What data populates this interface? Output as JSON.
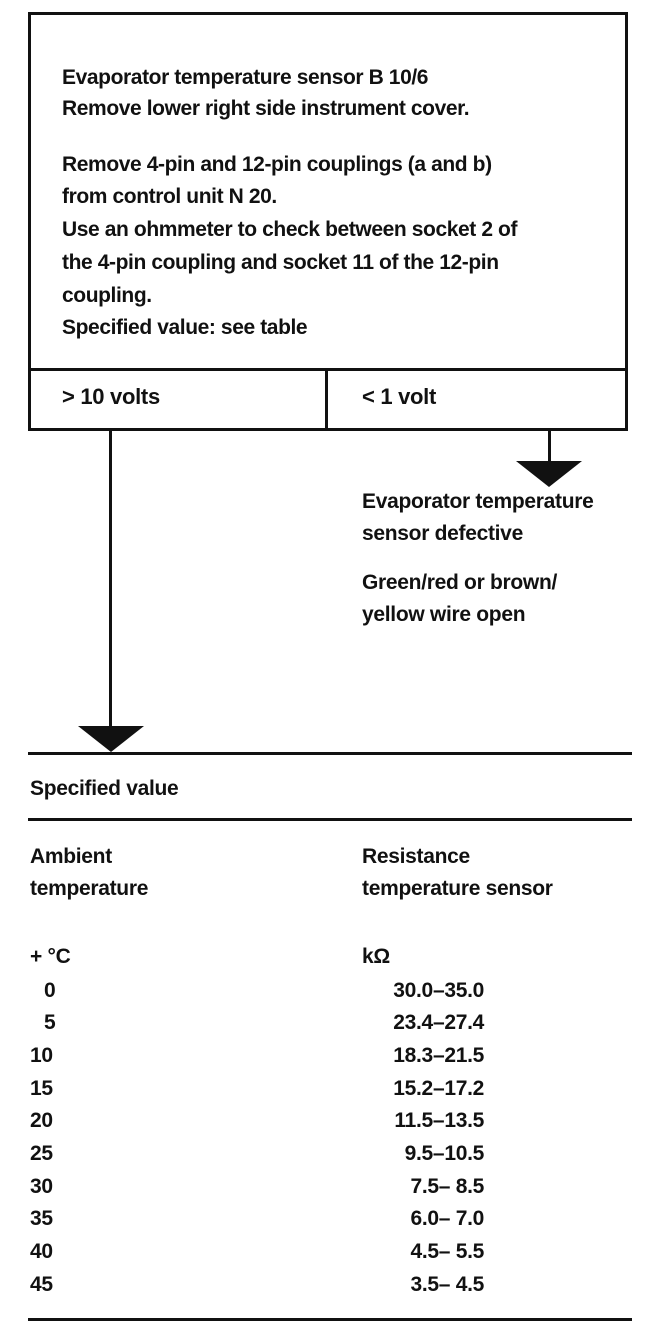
{
  "test": {
    "lines": [
      "Evaporator temperature sensor B 10/6",
      "Remove lower right side instrument cover.",
      "Remove 4-pin and 12-pin couplings (a and b)",
      "from control unit N 20.",
      "Use an ohmmeter to check between socket 2 of",
      "the 4-pin coupling and socket 11 of the 12-pin",
      "coupling.",
      "Specified value: see table"
    ],
    "condition_left": "> 10 volts",
    "condition_right": "< 1 volt"
  },
  "result_right": {
    "lines": [
      "Evaporator temperature",
      "sensor defective",
      "Green/red or brown/",
      "yellow wire open"
    ]
  },
  "table": {
    "title": "Specified value",
    "col1_header": [
      "Ambient",
      "temperature"
    ],
    "col2_header": [
      "Resistance",
      "temperature sensor"
    ],
    "col1_unit": "+ °C",
    "col2_unit": "kΩ",
    "rows": [
      {
        "temp": "0",
        "resistance": "30.0–35.0"
      },
      {
        "temp": "5",
        "resistance": "23.4–27.4"
      },
      {
        "temp": "10",
        "resistance": "18.3–21.5"
      },
      {
        "temp": "15",
        "resistance": "15.2–17.2"
      },
      {
        "temp": "20",
        "resistance": "11.5–13.5"
      },
      {
        "temp": "25",
        "resistance": "9.5–10.5"
      },
      {
        "temp": "30",
        "resistance": "7.5– 8.5"
      },
      {
        "temp": "35",
        "resistance": "6.0– 7.0"
      },
      {
        "temp": "40",
        "resistance": "4.5– 5.5"
      },
      {
        "temp": "45",
        "resistance": "3.5– 4.5"
      }
    ]
  }
}
